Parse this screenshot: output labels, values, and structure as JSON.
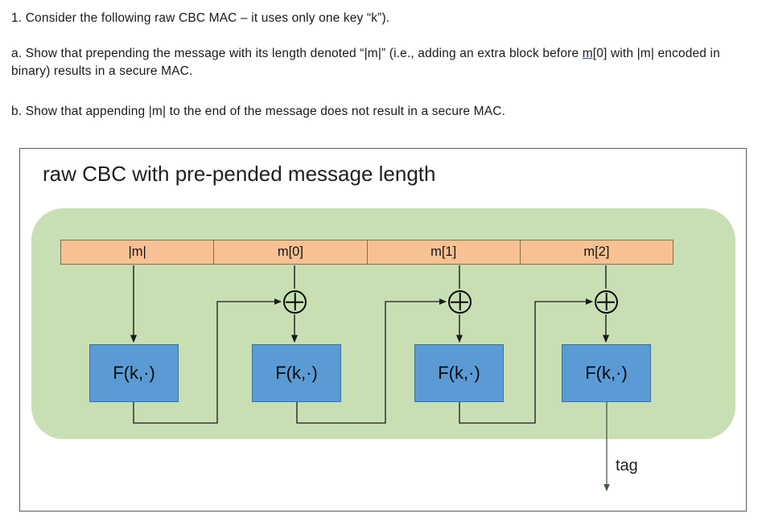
{
  "question": {
    "intro": "1. Consider the following raw CBC MAC – it uses only one key “k”).",
    "part_a_prefix": "a. Show that prepending the message with its length denoted “|m|” (i.e., adding an extra block before ",
    "part_a_underlined": "m[",
    "part_a_suffix": "0] with |m| encoded in binary) results in a secure MAC.",
    "part_b": "b. Show that appending |m| to the end of the message does not result in a secure MAC."
  },
  "diagram": {
    "title": "raw CBC with pre-pended message length",
    "message_blocks": [
      "|m|",
      "m[0]",
      "m[1]",
      "m[2]"
    ],
    "prf_boxes": [
      "F(k,·)",
      "F(k,·)",
      "F(k,·)",
      "F(k,·)"
    ],
    "output_label": "tag",
    "xor_symbol": "⊕",
    "colors": {
      "panel_green": "#c8dfb4",
      "message_orange": "#f8c194",
      "message_border": "#7d7248",
      "prf_blue": "#5b9bd5",
      "prf_border": "#3f6f95",
      "wire": "#4a5a46",
      "frame_border": "#5a5a5a"
    }
  }
}
